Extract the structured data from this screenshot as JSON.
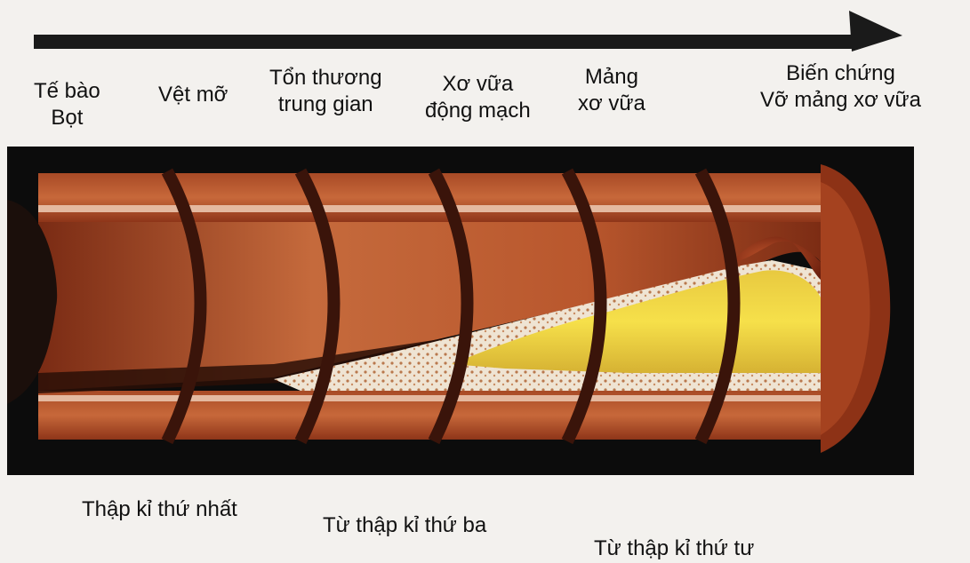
{
  "timeline": {
    "arrow": "right-arrow"
  },
  "stages": [
    {
      "line1": "Tế bào",
      "line2": "Bọt"
    },
    {
      "line1": "Vệt mỡ",
      "line2": ""
    },
    {
      "line1": "Tổn thương",
      "line2": "trung gian"
    },
    {
      "line1": "Xơ vữa",
      "line2": "động mạch"
    },
    {
      "line1": "Mảng",
      "line2": "xơ vữa"
    },
    {
      "line1": "Biến chứng",
      "line2": "Vỡ mảng xơ vữa"
    }
  ],
  "decades": {
    "first": "Thập kỉ thứ nhất",
    "third": "Từ thập kỉ thứ ba",
    "fourth": "Từ thập kỉ thứ tư"
  },
  "colors": {
    "background": "#f3f1ee",
    "arrow": "#1a1a1a",
    "vessel_wall": "#b5532c",
    "vessel_dark": "#6e2512",
    "lumen": "#1b0f0b",
    "plaque_fat": "#f1d93a",
    "plaque_fibrous": "#eee5d6",
    "frame": "#0c0c0c"
  }
}
